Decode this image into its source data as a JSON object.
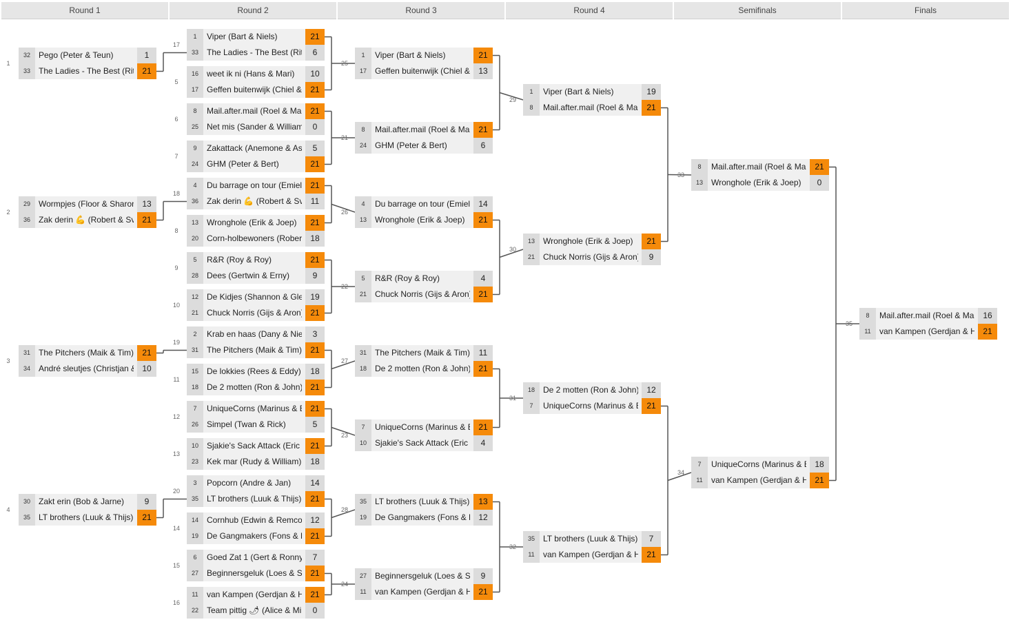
{
  "rounds": [
    "Round 1",
    "Round 2",
    "Round 3",
    "Round 4",
    "Semifinals",
    "Finals"
  ],
  "icons": {
    "flex": "💪",
    "pepper": "🌶"
  },
  "colors": {
    "winner": "#f58a0a",
    "score_bg": "#dcdcdc",
    "team_bg": "#f0f0f0",
    "header_bg": "#e6e6e6",
    "line": "#555555"
  },
  "matches": [
    {
      "num": "1",
      "teams": [
        {
          "seed": "32",
          "name": "Pego (Peter & Teun)",
          "score": "1"
        },
        {
          "seed": "33",
          "name": "The Ladies - The Best (Rita & Marijke)",
          "score": "21"
        }
      ],
      "winner": 1
    },
    {
      "num": "2",
      "teams": [
        {
          "seed": "29",
          "name": "Wormpjes (Floor & Sharon)",
          "score": "13"
        },
        {
          "seed": "36",
          "name": "Zak derin",
          "icon": "flex",
          "name_after": "(Robert & Sven)",
          "score": "21"
        }
      ],
      "winner": 1
    },
    {
      "num": "3",
      "teams": [
        {
          "seed": "31",
          "name": "The Pitchers (Maik & Tim)",
          "score": "21"
        },
        {
          "seed": "34",
          "name": "André sleutjes (Christjan & Andre)",
          "score": "10"
        }
      ],
      "winner": 0
    },
    {
      "num": "4",
      "teams": [
        {
          "seed": "30",
          "name": "Zakt erin (Bob & Jarne)",
          "score": "9"
        },
        {
          "seed": "35",
          "name": "LT brothers (Luuk & Thijs)",
          "score": "21"
        }
      ],
      "winner": 1
    },
    {
      "num": "17",
      "teams": [
        {
          "seed": "1",
          "name": "Viper (Bart & Niels)",
          "score": "21"
        },
        {
          "seed": "33",
          "name": "The Ladies - The Best (Rita & Marijke)",
          "score": "6"
        }
      ],
      "winner": 0
    },
    {
      "num": "5",
      "teams": [
        {
          "seed": "16",
          "name": "weet ik ni (Hans & Mari)",
          "score": "10"
        },
        {
          "seed": "17",
          "name": "Geffen buitenwijk (Chiel & Bram)",
          "score": "21"
        }
      ],
      "winner": 1
    },
    {
      "num": "6",
      "teams": [
        {
          "seed": "8",
          "name": "Mail.after.mail (Roel & Mark)",
          "score": "21"
        },
        {
          "seed": "25",
          "name": "Net mis (Sander & William)",
          "score": "0"
        }
      ],
      "winner": 0
    },
    {
      "num": "7",
      "teams": [
        {
          "seed": "9",
          "name": "Zakattack (Anemone & Astrid)",
          "score": "5"
        },
        {
          "seed": "24",
          "name": "GHM (Peter & Bert)",
          "score": "21"
        }
      ],
      "winner": 1
    },
    {
      "num": "18",
      "teams": [
        {
          "seed": "4",
          "name": "Du barrage on tour (Emiel & Luc)",
          "score": "21"
        },
        {
          "seed": "36",
          "name": "Zak derin",
          "icon": "flex",
          "name_after": "(Robert & Sven)",
          "score": "11"
        }
      ],
      "winner": 0
    },
    {
      "num": "8",
      "teams": [
        {
          "seed": "13",
          "name": "Wronghole (Erik & Joep)",
          "score": "21"
        },
        {
          "seed": "20",
          "name": "Corn-holbewoners (Robert & Jan)",
          "score": "18"
        }
      ],
      "winner": 0
    },
    {
      "num": "9",
      "teams": [
        {
          "seed": "5",
          "name": "R&R (Roy & Roy)",
          "score": "21"
        },
        {
          "seed": "28",
          "name": "Dees (Gertwin & Erny)",
          "score": "9"
        }
      ],
      "winner": 0
    },
    {
      "num": "10",
      "teams": [
        {
          "seed": "12",
          "name": "De Kidjes (Shannon & Glenn)",
          "score": "19"
        },
        {
          "seed": "21",
          "name": "Chuck Norris (Gijs & Aron)",
          "score": "21"
        }
      ],
      "winner": 1
    },
    {
      "num": "19",
      "teams": [
        {
          "seed": "2",
          "name": "Krab en haas (Dany & Niels)",
          "score": "3"
        },
        {
          "seed": "31",
          "name": "The Pitchers (Maik & Tim)",
          "score": "21"
        }
      ],
      "winner": 1
    },
    {
      "num": "11",
      "teams": [
        {
          "seed": "15",
          "name": "De lokkies (Rees & Eddy)",
          "score": "18"
        },
        {
          "seed": "18",
          "name": "De 2 motten (Ron & John)",
          "score": "21"
        }
      ],
      "winner": 1
    },
    {
      "num": "12",
      "teams": [
        {
          "seed": "7",
          "name": "UniqueCorns (Marinus & Ben)",
          "score": "21"
        },
        {
          "seed": "26",
          "name": "Simpel (Twan & Rick)",
          "score": "5"
        }
      ],
      "winner": 0
    },
    {
      "num": "13",
      "teams": [
        {
          "seed": "10",
          "name": "Sjakie's Sack Attack (Eric & Jos)",
          "score": "21"
        },
        {
          "seed": "23",
          "name": "Kek mar (Rudy & William)",
          "score": "18"
        }
      ],
      "winner": 0
    },
    {
      "num": "20",
      "teams": [
        {
          "seed": "3",
          "name": "Popcorn (Andre & Jan)",
          "score": "14"
        },
        {
          "seed": "35",
          "name": "LT brothers (Luuk & Thijs)",
          "score": "21"
        }
      ],
      "winner": 1
    },
    {
      "num": "14",
      "teams": [
        {
          "seed": "14",
          "name": "Cornhub (Edwin & Remco)",
          "score": "12"
        },
        {
          "seed": "19",
          "name": "De Gangmakers (Fons & Kees)",
          "score": "21"
        }
      ],
      "winner": 1
    },
    {
      "num": "15",
      "teams": [
        {
          "seed": "6",
          "name": "Goed Zat 1 (Gert & Ronny)",
          "score": "7"
        },
        {
          "seed": "27",
          "name": "Beginnersgeluk (Loes & Sandra)",
          "score": "21"
        }
      ],
      "winner": 1
    },
    {
      "num": "16",
      "teams": [
        {
          "seed": "11",
          "name": "van Kampen (Gerdjan & Henk)",
          "score": "21"
        },
        {
          "seed": "22",
          "name": "Team pittig",
          "icon": "pepper",
          "name_after": "(Alice & Mike)",
          "score": "0"
        }
      ],
      "winner": 0
    },
    {
      "num": "25",
      "teams": [
        {
          "seed": "1",
          "name": "Viper (Bart & Niels)",
          "score": "21"
        },
        {
          "seed": "17",
          "name": "Geffen buitenwijk (Chiel & Bram)",
          "score": "13"
        }
      ],
      "winner": 0
    },
    {
      "num": "21",
      "teams": [
        {
          "seed": "8",
          "name": "Mail.after.mail (Roel & Mark)",
          "score": "21"
        },
        {
          "seed": "24",
          "name": "GHM (Peter & Bert)",
          "score": "6"
        }
      ],
      "winner": 0
    },
    {
      "num": "26",
      "teams": [
        {
          "seed": "4",
          "name": "Du barrage on tour (Emiel & Luc)",
          "score": "14"
        },
        {
          "seed": "13",
          "name": "Wronghole (Erik & Joep)",
          "score": "21"
        }
      ],
      "winner": 1
    },
    {
      "num": "22",
      "teams": [
        {
          "seed": "5",
          "name": "R&R (Roy & Roy)",
          "score": "4"
        },
        {
          "seed": "21",
          "name": "Chuck Norris (Gijs & Aron)",
          "score": "21"
        }
      ],
      "winner": 1
    },
    {
      "num": "27",
      "teams": [
        {
          "seed": "31",
          "name": "The Pitchers (Maik & Tim)",
          "score": "11"
        },
        {
          "seed": "18",
          "name": "De 2 motten (Ron & John)",
          "score": "21"
        }
      ],
      "winner": 1
    },
    {
      "num": "23",
      "teams": [
        {
          "seed": "7",
          "name": "UniqueCorns (Marinus & Ben)",
          "score": "21"
        },
        {
          "seed": "10",
          "name": "Sjakie's Sack Attack (Eric & Jos)",
          "score": "4"
        }
      ],
      "winner": 0
    },
    {
      "num": "28",
      "teams": [
        {
          "seed": "35",
          "name": "LT brothers (Luuk & Thijs)",
          "score": "13"
        },
        {
          "seed": "19",
          "name": "De Gangmakers (Fons & Kees)",
          "score": "12"
        }
      ],
      "winner": 0
    },
    {
      "num": "24",
      "teams": [
        {
          "seed": "27",
          "name": "Beginnersgeluk (Loes & Sandra)",
          "score": "9"
        },
        {
          "seed": "11",
          "name": "van Kampen (Gerdjan & Henk)",
          "score": "21"
        }
      ],
      "winner": 1
    },
    {
      "num": "29",
      "teams": [
        {
          "seed": "1",
          "name": "Viper (Bart & Niels)",
          "score": "19"
        },
        {
          "seed": "8",
          "name": "Mail.after.mail (Roel & Mark)",
          "score": "21"
        }
      ],
      "winner": 1
    },
    {
      "num": "30",
      "teams": [
        {
          "seed": "13",
          "name": "Wronghole (Erik & Joep)",
          "score": "21"
        },
        {
          "seed": "21",
          "name": "Chuck Norris (Gijs & Aron)",
          "score": "9"
        }
      ],
      "winner": 0
    },
    {
      "num": "31",
      "teams": [
        {
          "seed": "18",
          "name": "De 2 motten (Ron & John)",
          "score": "12"
        },
        {
          "seed": "7",
          "name": "UniqueCorns (Marinus & Ben)",
          "score": "21"
        }
      ],
      "winner": 1
    },
    {
      "num": "32",
      "teams": [
        {
          "seed": "35",
          "name": "LT brothers (Luuk & Thijs)",
          "score": "7"
        },
        {
          "seed": "11",
          "name": "van Kampen (Gerdjan & Henk)",
          "score": "21"
        }
      ],
      "winner": 1
    },
    {
      "num": "33",
      "teams": [
        {
          "seed": "8",
          "name": "Mail.after.mail (Roel & Mark)",
          "score": "21"
        },
        {
          "seed": "13",
          "name": "Wronghole (Erik & Joep)",
          "score": "0"
        }
      ],
      "winner": 0
    },
    {
      "num": "34",
      "teams": [
        {
          "seed": "7",
          "name": "UniqueCorns (Marinus & Ben)",
          "score": "18"
        },
        {
          "seed": "11",
          "name": "van Kampen (Gerdjan & Henk)",
          "score": "21"
        }
      ],
      "winner": 1
    },
    {
      "num": "35",
      "teams": [
        {
          "seed": "8",
          "name": "Mail.after.mail (Roel & Mark)",
          "score": "16"
        },
        {
          "seed": "11",
          "name": "van Kampen (Gerdjan & Henk)",
          "score": "21"
        }
      ],
      "winner": 1
    }
  ]
}
